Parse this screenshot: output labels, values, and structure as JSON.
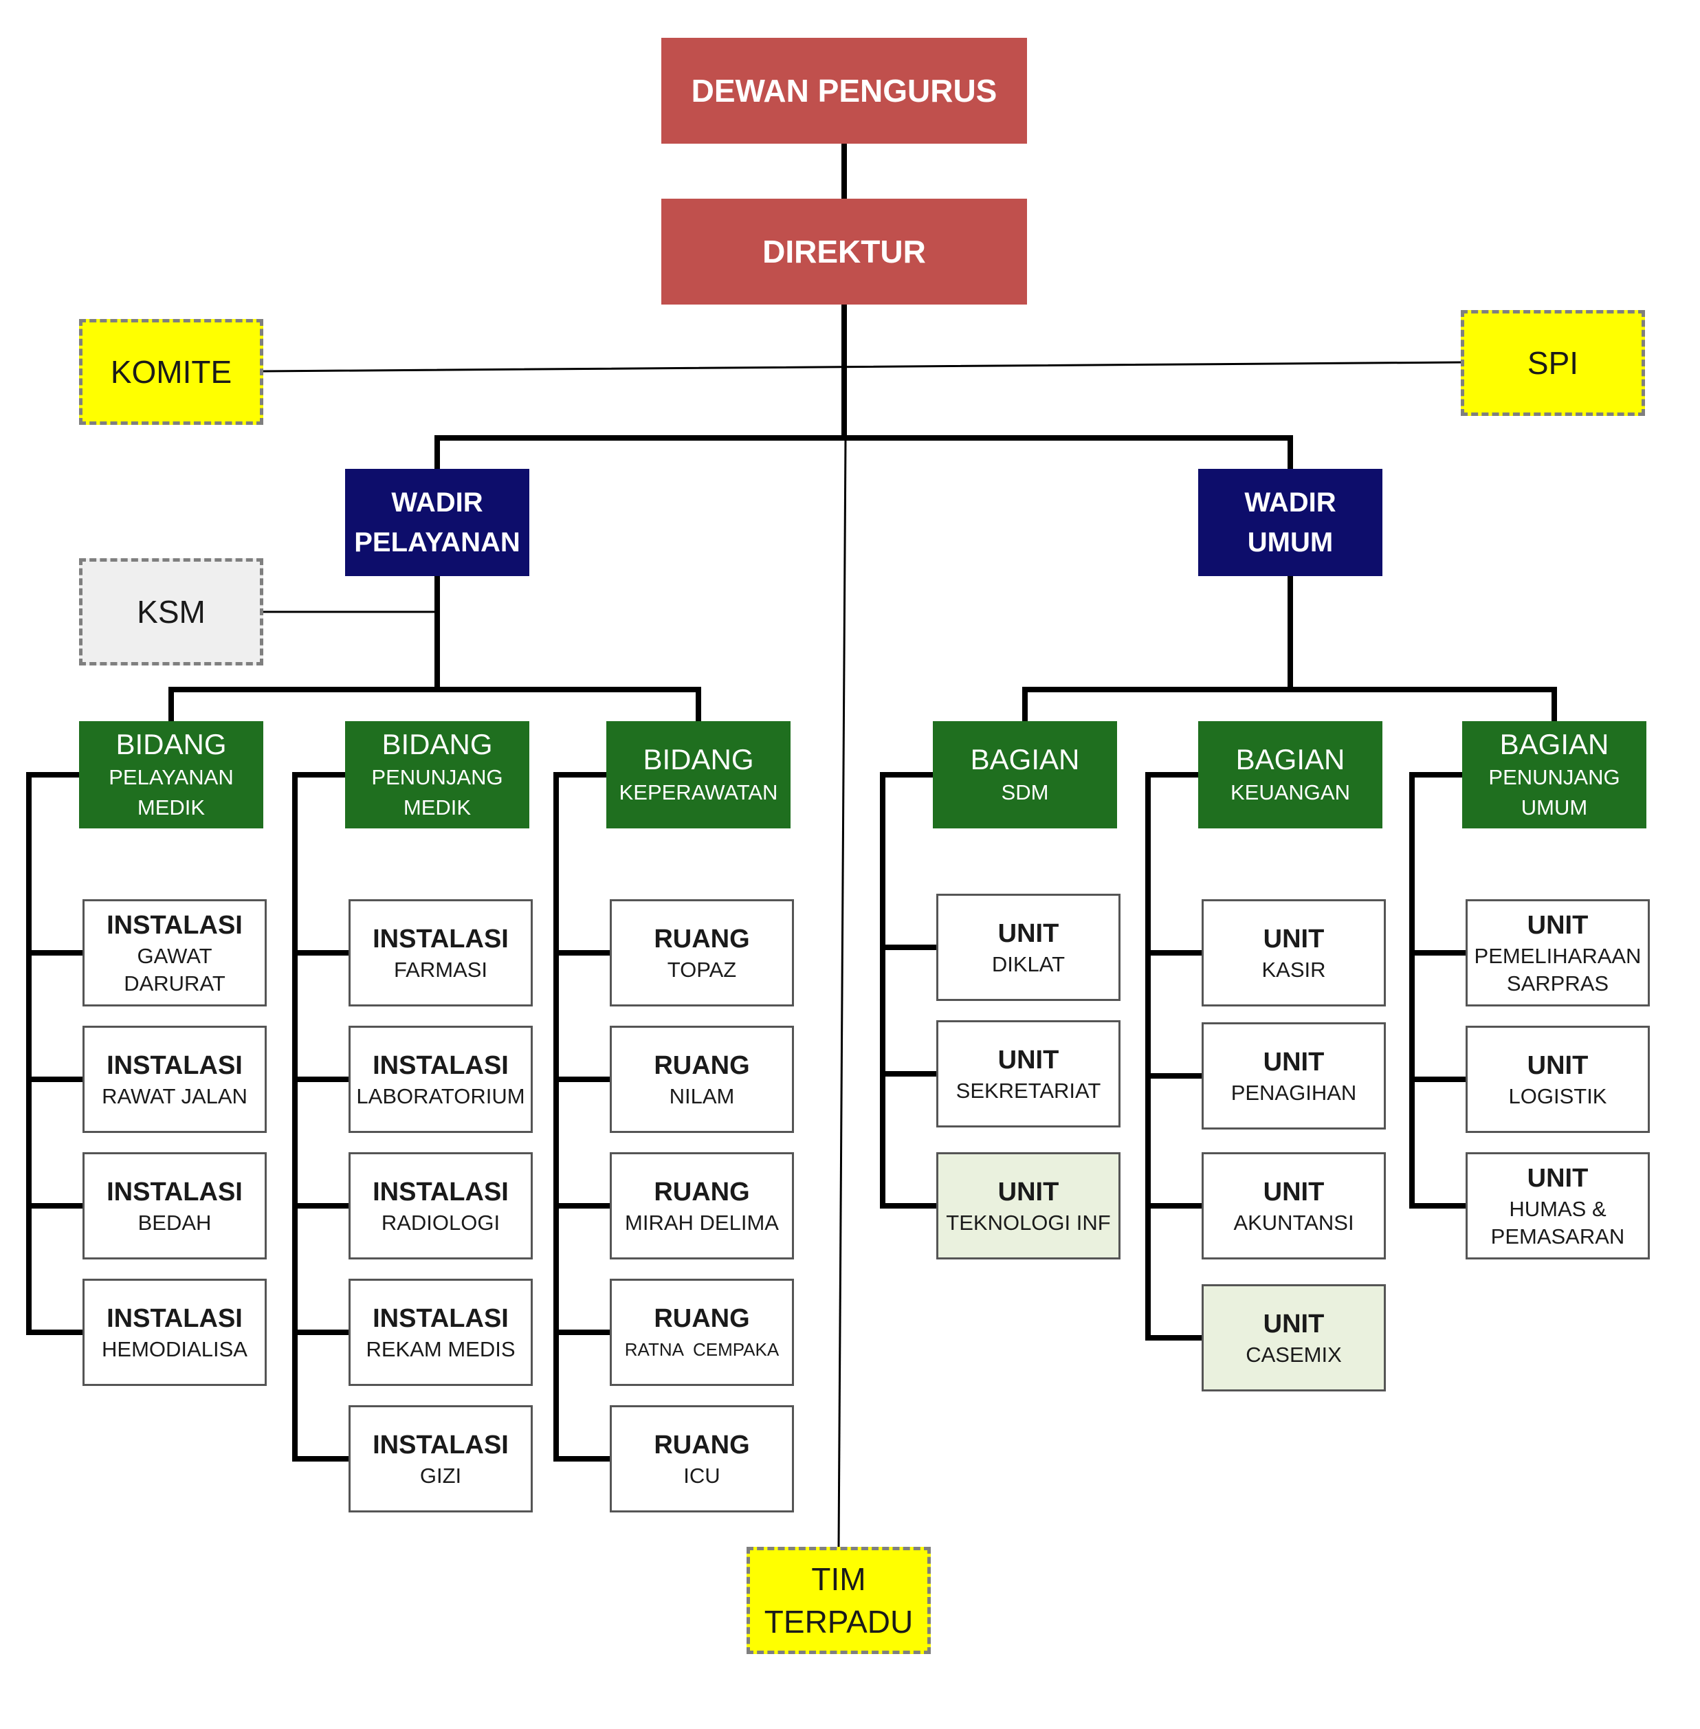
{
  "diagram": {
    "nodes": {
      "dewan": {
        "lines": [
          "DEWAN PENGURUS"
        ]
      },
      "direktur": {
        "lines": [
          "DIREKTUR"
        ]
      },
      "komite": {
        "lines": [
          "KOMITE"
        ]
      },
      "spi": {
        "lines": [
          "SPI"
        ]
      },
      "ksm": {
        "lines": [
          "KSM"
        ]
      },
      "tim": {
        "lines": [
          "TIM",
          "TERPADU"
        ]
      },
      "wadir_pelayanan": {
        "lines": [
          "WADIR",
          "PELAYANAN"
        ]
      },
      "wadir_umum": {
        "lines": [
          "WADIR",
          "UMUM"
        ]
      },
      "bid_pel_medik": {
        "lines": [
          "BIDANG",
          "PELAYANAN",
          "MEDIK"
        ]
      },
      "bid_pen_medik": {
        "lines": [
          "BIDANG",
          "PENUNJANG",
          "MEDIK"
        ]
      },
      "bid_keperawatan": {
        "lines": [
          "BIDANG",
          "KEPERAWATAN"
        ]
      },
      "bag_sdm": {
        "lines": [
          "BAGIAN",
          "SDM"
        ]
      },
      "bag_keuangan": {
        "lines": [
          "BAGIAN",
          "KEUANGAN"
        ]
      },
      "bag_pen_umum": {
        "lines": [
          "BAGIAN",
          "PENUNJANG",
          "UMUM"
        ]
      },
      "ins_gawat": {
        "lines": [
          "INSTALASI",
          "GAWAT",
          "DARURAT"
        ]
      },
      "ins_rawat": {
        "lines": [
          "INSTALASI",
          "RAWAT JALAN"
        ]
      },
      "ins_bedah": {
        "lines": [
          "INSTALASI",
          "BEDAH"
        ]
      },
      "ins_hemo": {
        "lines": [
          "INSTALASI",
          "HEMODIALISA"
        ]
      },
      "ins_farmasi": {
        "lines": [
          "INSTALASI",
          "FARMASI"
        ]
      },
      "ins_lab": {
        "lines": [
          "INSTALASI",
          "LABORATORIUM"
        ]
      },
      "ins_radiologi": {
        "lines": [
          "INSTALASI",
          "RADIOLOGI"
        ]
      },
      "ins_rekam": {
        "lines": [
          "INSTALASI",
          "REKAM MEDIS"
        ]
      },
      "ins_gizi": {
        "lines": [
          "INSTALASI",
          "GIZI"
        ]
      },
      "ruang_topaz": {
        "lines": [
          "RUANG",
          "TOPAZ"
        ]
      },
      "ruang_nilam": {
        "lines": [
          "RUANG",
          "NILAM"
        ]
      },
      "ruang_mirah": {
        "lines": [
          "RUANG",
          "MIRAH DELIMA"
        ]
      },
      "ruang_ratna": {
        "lines": [
          "RUANG",
          "RATNA  CEMPAKA"
        ]
      },
      "ruang_icu": {
        "lines": [
          "RUANG",
          "ICU"
        ]
      },
      "unit_diklat": {
        "lines": [
          "UNIT",
          "DIKLAT"
        ]
      },
      "unit_sekretariat": {
        "lines": [
          "UNIT",
          "SEKRETARIAT"
        ]
      },
      "unit_ti": {
        "lines": [
          "UNIT",
          "TEKNOLOGI INF"
        ]
      },
      "unit_kasir": {
        "lines": [
          "UNIT",
          "KASIR"
        ]
      },
      "unit_penagihan": {
        "lines": [
          "UNIT",
          "PENAGIHAN"
        ]
      },
      "unit_akuntansi": {
        "lines": [
          "UNIT",
          "AKUNTANSI"
        ]
      },
      "unit_casemix": {
        "lines": [
          "UNIT",
          "CASEMIX"
        ]
      },
      "unit_pemeliharaan": {
        "lines": [
          "UNIT",
          "PEMELIHARAAN",
          "SARPRAS"
        ]
      },
      "unit_logistik": {
        "lines": [
          "UNIT",
          "LOGISTIK"
        ]
      },
      "unit_humas": {
        "lines": [
          "UNIT",
          "HUMAS &",
          "PEMASARAN"
        ]
      }
    }
  }
}
